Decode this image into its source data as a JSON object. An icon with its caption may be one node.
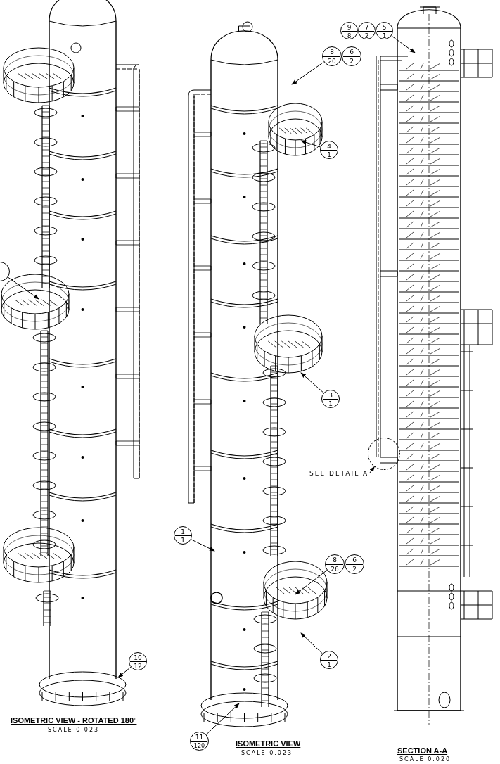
{
  "diagram": {
    "nodes": [
      {
        "text": [],
        "shape": "circle"
      },
      {
        "text": [
          "10",
          "12"
        ]
      },
      {
        "text": [
          "8",
          "20"
        ]
      },
      {
        "text": [
          "6",
          "2"
        ]
      },
      {
        "text": [
          "4",
          "1"
        ]
      },
      {
        "text": [
          "3",
          "1"
        ]
      },
      {
        "text": [
          "1",
          "1"
        ]
      },
      {
        "text": [
          "8",
          "26"
        ]
      },
      {
        "text": [
          "6",
          "2"
        ]
      },
      {
        "text": [
          "2",
          "1"
        ]
      },
      {
        "text": [
          "11",
          "120"
        ]
      },
      {
        "text": [
          "9",
          "8"
        ]
      },
      {
        "text": [
          "7",
          "2"
        ]
      },
      {
        "text": [
          "5",
          "1"
        ]
      },
      {
        "text": [
          "SEE DETAIL A"
        ]
      },
      {
        "text": [],
        "shape": "circle"
      }
    ],
    "edges": [
      {
        "from": 0,
        "to": null,
        "arrow": "to"
      },
      {
        "from": 1,
        "to": null,
        "arrow": "to"
      },
      {
        "from": 2,
        "to": null,
        "arrow": "to"
      },
      {
        "from": 4,
        "to": null,
        "arrow": "to"
      },
      {
        "from": 5,
        "to": null,
        "arrow": "to"
      },
      {
        "from": 6,
        "to": null,
        "arrow": "to"
      },
      {
        "from": 7,
        "to": null,
        "arrow": "to"
      },
      {
        "from": 9,
        "to": null,
        "arrow": "to"
      },
      {
        "from": 10,
        "to": null,
        "arrow": "to"
      },
      {
        "from": 13,
        "to": null,
        "arrow": "to"
      },
      {
        "from": 14,
        "to": 15,
        "arrow": "to"
      }
    ],
    "labels": [
      "ISOMETRIC VIEW - ROTATED 180°",
      "SCALE 0.023",
      "ISOMETRIC VIEW",
      "SCALE 0.023",
      "SECTION A-A",
      "SCALE 0.020"
    ]
  }
}
